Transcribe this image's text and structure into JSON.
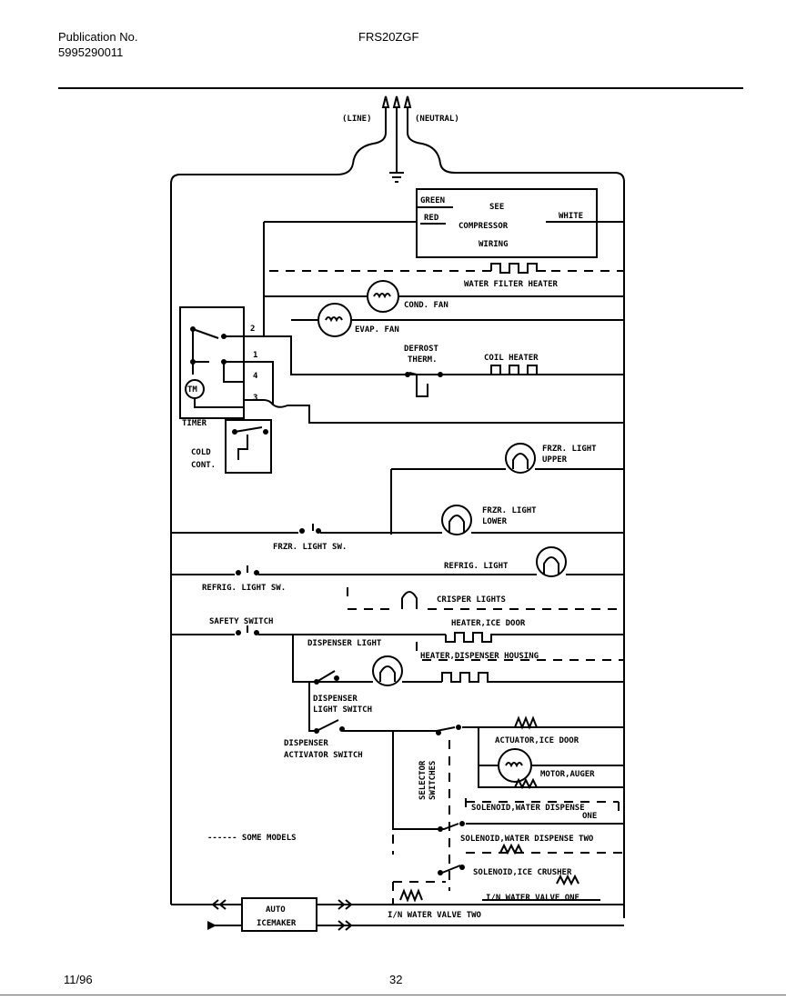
{
  "header": {
    "publication_label": "Publication No.",
    "publication_number": "5995290011",
    "model": "FRS20ZGF"
  },
  "footer": {
    "date": "11/96",
    "page": "32"
  },
  "labels": {
    "line": "(LINE)",
    "neutral": "(NEUTRAL)",
    "green": "GREEN",
    "red": "RED",
    "see": "SEE",
    "compressor": "COMPRESSOR",
    "wiring": "WIRING",
    "white": "WHITE",
    "water_filter_heater": "WATER FILTER HEATER",
    "cond_fan": "COND. FAN",
    "evap_fan": "EVAP. FAN",
    "defrost": "DEFROST",
    "therm": "THERM.",
    "coil_heater": "COIL HEATER",
    "tm": "TM",
    "timer": "TIMER",
    "cold": "COLD",
    "cont": "CONT.",
    "t1": "1",
    "t2": "2",
    "t3": "3",
    "t4": "4",
    "frzr_light": "FRZR. LIGHT",
    "upper": "UPPER",
    "lower": "LOWER",
    "frzr_light_sw": "FRZR. LIGHT SW.",
    "refrig_light": "REFRIG. LIGHT",
    "refrig_light_sw": "REFRIG. LIGHT SW.",
    "crisper_lights": "CRISPER LIGHTS",
    "safety_switch": "SAFETY SWITCH",
    "heater_ice_door": "HEATER,ICE DOOR",
    "dispenser_light": "DISPENSER LIGHT",
    "heater_dispenser_housing": "HEATER,DISPENSER HOUSING",
    "dispenser": "DISPENSER",
    "light_switch": "LIGHT SWITCH",
    "activator_switch": "ACTIVATOR SWITCH",
    "actuator_ice_door": "ACTUATOR,ICE DOOR",
    "selector": "SELECTOR",
    "switches": "SWITCHES",
    "motor_auger": "MOTOR,AUGER",
    "solenoid_water_dispense": "SOLENOID,WATER DISPENSE",
    "one": "ONE",
    "solenoid_water_dispense_two": "SOLENOID,WATER DISPENSE TWO",
    "solenoid_ice_crusher": "SOLENOID,ICE CRUSHER",
    "iw_water_valve_one": "I/N WATER VALVE ONE",
    "some_models": "------ SOME MODELS",
    "auto": "AUTO",
    "icemaker": "ICEMAKER",
    "iw_water_valve_two": "I/N WATER VALVE TWO"
  }
}
